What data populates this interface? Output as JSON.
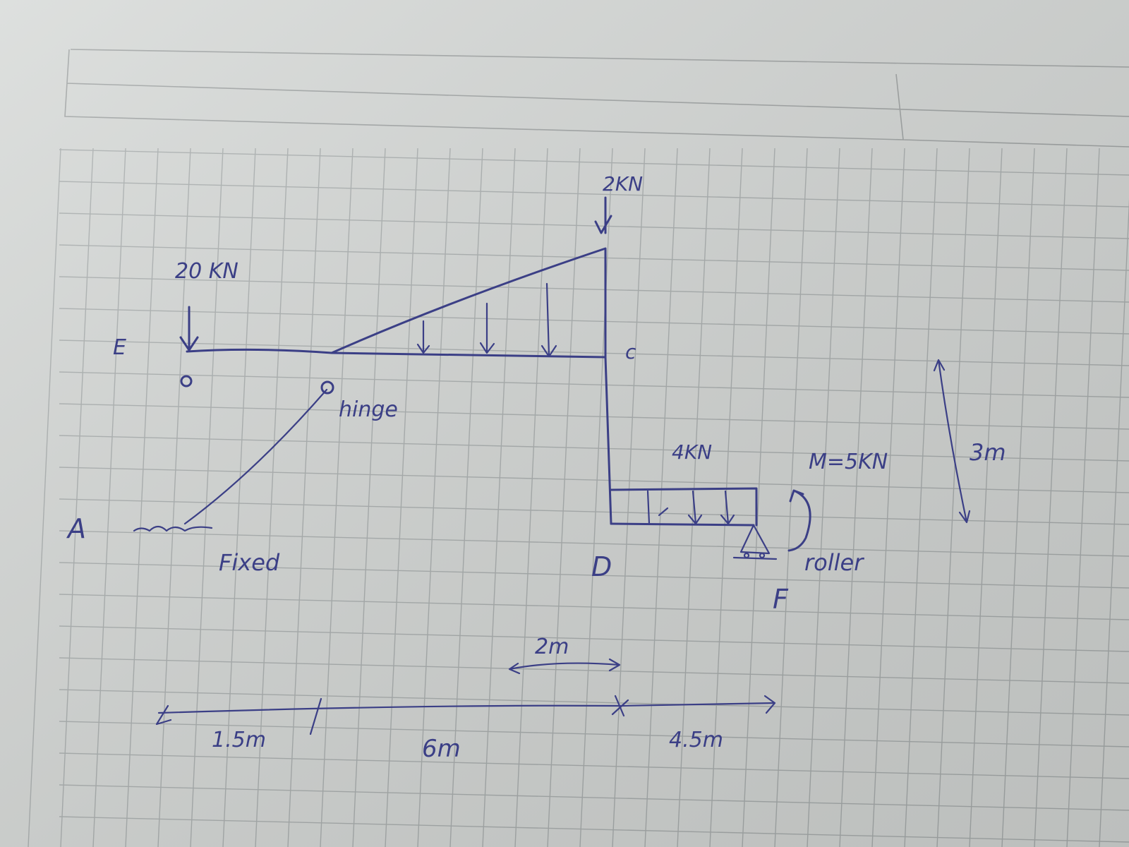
{
  "colors": {
    "ink": "#3b3f86",
    "paper": "#d9dcda",
    "grid": "#a9aeae"
  },
  "labels": {
    "point_a": "A",
    "point_c": "c",
    "point_d": "D",
    "point_e": "E",
    "point_f": "F",
    "hinge": "hinge",
    "fixed": "Fixed",
    "roller": "roller"
  },
  "loads": {
    "point_load_e": "20 KN",
    "point_load_top": "2KN",
    "udl": "4KN",
    "moment": "M=5KN"
  },
  "dimensions": {
    "span_1": "1.5m",
    "span_2": "6m",
    "span_3": "4.5m",
    "span_small": "2m",
    "height": "3m"
  },
  "icons": [
    "point-load-arrow-icon",
    "hinge-icon",
    "fixed-support-icon",
    "roller-support-icon",
    "moment-arrow-icon"
  ]
}
